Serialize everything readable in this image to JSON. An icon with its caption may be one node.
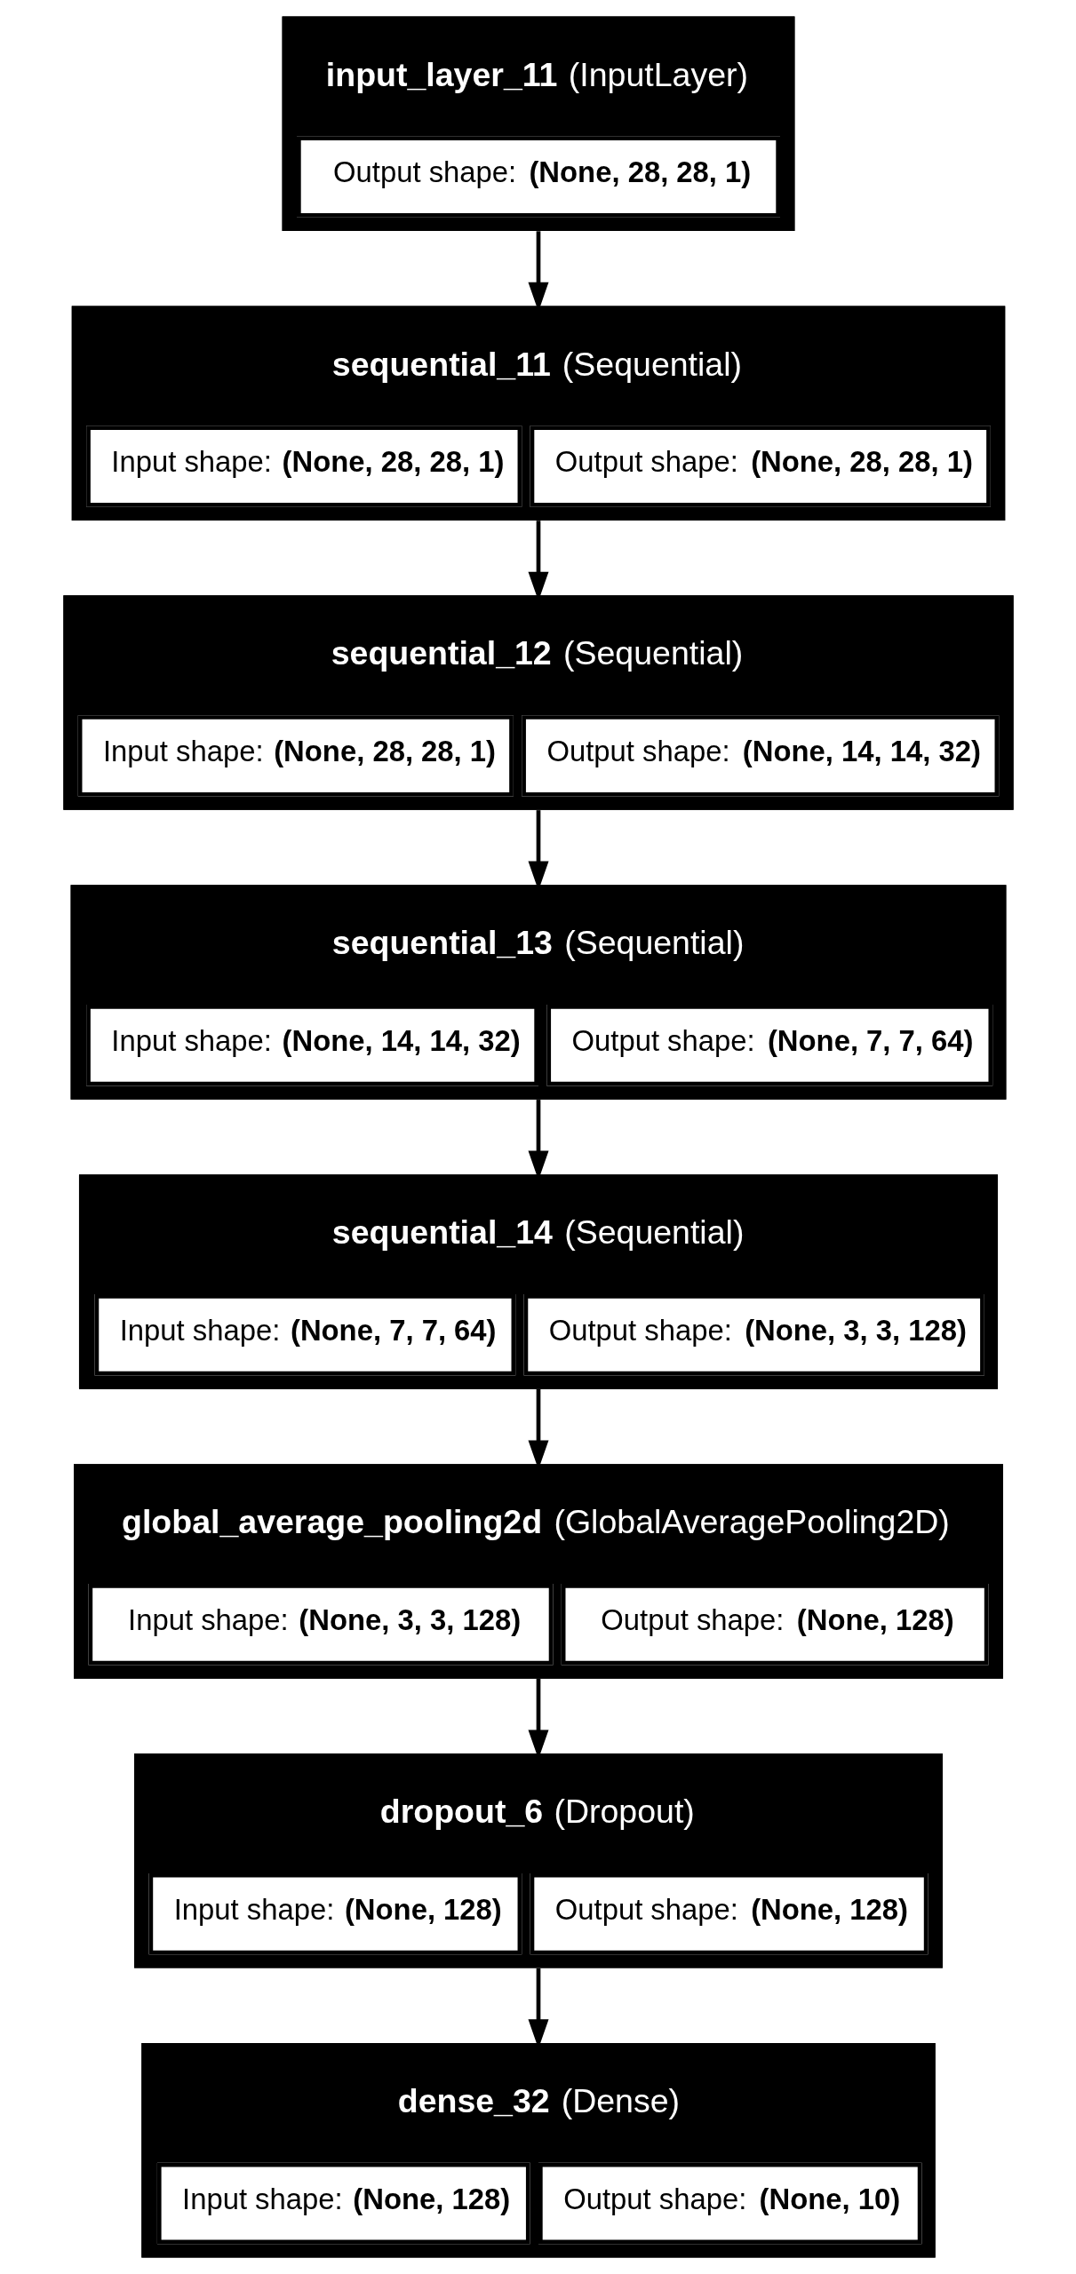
{
  "diagram": {
    "nodes": [
      {
        "text": [
          "**input_layer_11** (InputLayer)",
          "Output shape: **(None, 28, 28, 1)**"
        ]
      },
      {
        "text": [
          "**sequential_11** (Sequential)",
          "Input shape: **(None, 28, 28, 1)**",
          "Output shape: **(None, 28, 28, 1)**"
        ]
      },
      {
        "text": [
          "**sequential_12** (Sequential)",
          "Input shape: **(None, 28, 28, 1)**",
          "Output shape: **(None, 14, 14, 32)**"
        ]
      },
      {
        "text": [
          "**sequential_13** (Sequential)",
          "Input shape: **(None, 14, 14, 32)**",
          "Output shape: **(None, 7, 7, 64)**"
        ]
      },
      {
        "text": [
          "**sequential_14** (Sequential)",
          "Input shape: **(None, 7, 7, 64)**",
          "Output shape: **(None, 3, 3, 128)**"
        ]
      },
      {
        "text": [
          "**global_average_pooling2d** (GlobalAveragePooling2D)",
          "Input shape: **(None, 3, 3, 128)**",
          "Output shape: **(None, 128)**"
        ]
      },
      {
        "text": [
          "**dropout_6** (Dropout)",
          "Input shape: **(None, 128)**",
          "Output shape: **(None, 128)**"
        ]
      },
      {
        "text": [
          "**dense_32** (Dense)",
          "Input shape: **(None, 128)**",
          "Output shape: **(None, 10)**"
        ]
      }
    ],
    "edges": [
      {
        "from": 0,
        "to": 1,
        "arrow": "to"
      },
      {
        "from": 1,
        "to": 2,
        "arrow": "to"
      },
      {
        "from": 2,
        "to": 3,
        "arrow": "to"
      },
      {
        "from": 3,
        "to": 4,
        "arrow": "to"
      },
      {
        "from": 4,
        "to": 5,
        "arrow": "to"
      },
      {
        "from": 5,
        "to": 6,
        "arrow": "to"
      },
      {
        "from": 6,
        "to": 7,
        "arrow": "to"
      }
    ]
  }
}
